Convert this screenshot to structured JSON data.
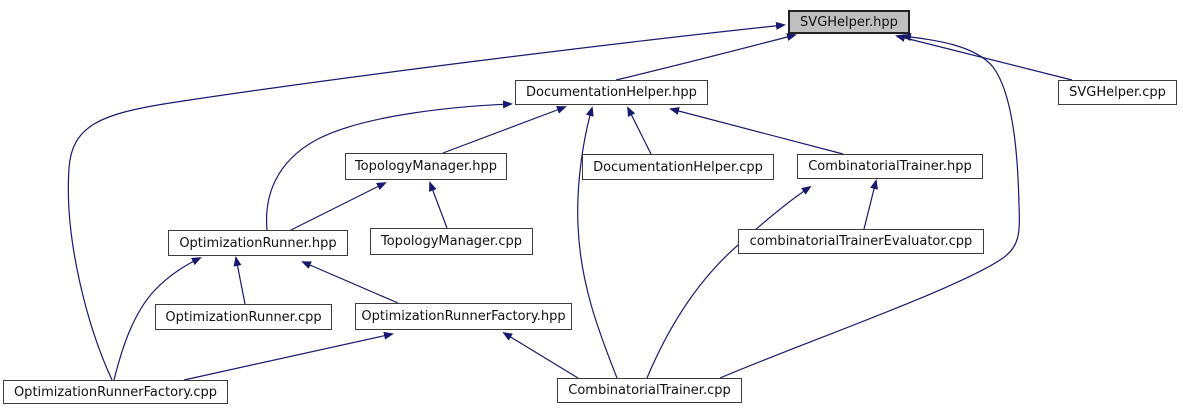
{
  "diagram": {
    "type": "include-dependency-graph",
    "edge_color": "#191970",
    "main_node_fill": "#bfbfbf",
    "nodes": [
      {
        "id": "svghelper-hpp",
        "label": "SVGHelper.hpp",
        "main": true
      },
      {
        "id": "documentationhelper-hpp",
        "label": "DocumentationHelper.hpp",
        "main": false
      },
      {
        "id": "svghelper-cpp",
        "label": "SVGHelper.cpp",
        "main": false
      },
      {
        "id": "topologymanager-hpp",
        "label": "TopologyManager.hpp",
        "main": false
      },
      {
        "id": "documentationhelper-cpp",
        "label": "DocumentationHelper.cpp",
        "main": false
      },
      {
        "id": "combinatorialtrainer-hpp",
        "label": "CombinatorialTrainer.hpp",
        "main": false
      },
      {
        "id": "optimizationrunner-hpp",
        "label": "OptimizationRunner.hpp",
        "main": false
      },
      {
        "id": "topologymanager-cpp",
        "label": "TopologyManager.cpp",
        "main": false
      },
      {
        "id": "combinatorialtrainerevaluator-cpp",
        "label": "combinatorialTrainerEvaluator.cpp",
        "main": false
      },
      {
        "id": "optimizationrunner-cpp",
        "label": "OptimizationRunner.cpp",
        "main": false
      },
      {
        "id": "optimizationrunnerfactory-hpp",
        "label": "OptimizationRunnerFactory.hpp",
        "main": false
      },
      {
        "id": "optimizationrunnerfactory-cpp",
        "label": "OptimizationRunnerFactory.cpp",
        "main": false
      },
      {
        "id": "combinatorialtrainer-cpp",
        "label": "CombinatorialTrainer.cpp",
        "main": false
      }
    ],
    "edges": [
      {
        "from": "documentationhelper-hpp",
        "to": "svghelper-hpp"
      },
      {
        "from": "svghelper-cpp",
        "to": "svghelper-hpp"
      },
      {
        "from": "optimizationrunnerfactory-cpp",
        "to": "svghelper-hpp"
      },
      {
        "from": "combinatorialtrainer-cpp",
        "to": "svghelper-hpp"
      },
      {
        "from": "topologymanager-hpp",
        "to": "documentationhelper-hpp"
      },
      {
        "from": "optimizationrunner-hpp",
        "to": "documentationhelper-hpp"
      },
      {
        "from": "documentationhelper-cpp",
        "to": "documentationhelper-hpp"
      },
      {
        "from": "combinatorialtrainer-hpp",
        "to": "documentationhelper-hpp"
      },
      {
        "from": "combinatorialtrainer-cpp",
        "to": "documentationhelper-hpp"
      },
      {
        "from": "optimizationrunner-hpp",
        "to": "topologymanager-hpp"
      },
      {
        "from": "topologymanager-cpp",
        "to": "topologymanager-hpp"
      },
      {
        "from": "combinatorialtrainerevaluator-cpp",
        "to": "combinatorialtrainer-hpp"
      },
      {
        "from": "combinatorialtrainer-cpp",
        "to": "combinatorialtrainer-hpp"
      },
      {
        "from": "optimizationrunner-cpp",
        "to": "optimizationrunner-hpp"
      },
      {
        "from": "optimizationrunnerfactory-cpp",
        "to": "optimizationrunner-hpp"
      },
      {
        "from": "optimizationrunnerfactory-hpp",
        "to": "optimizationrunner-hpp"
      },
      {
        "from": "optimizationrunnerfactory-cpp",
        "to": "optimizationrunnerfactory-hpp"
      },
      {
        "from": "combinatorialtrainer-cpp",
        "to": "optimizationrunnerfactory-hpp"
      }
    ]
  }
}
